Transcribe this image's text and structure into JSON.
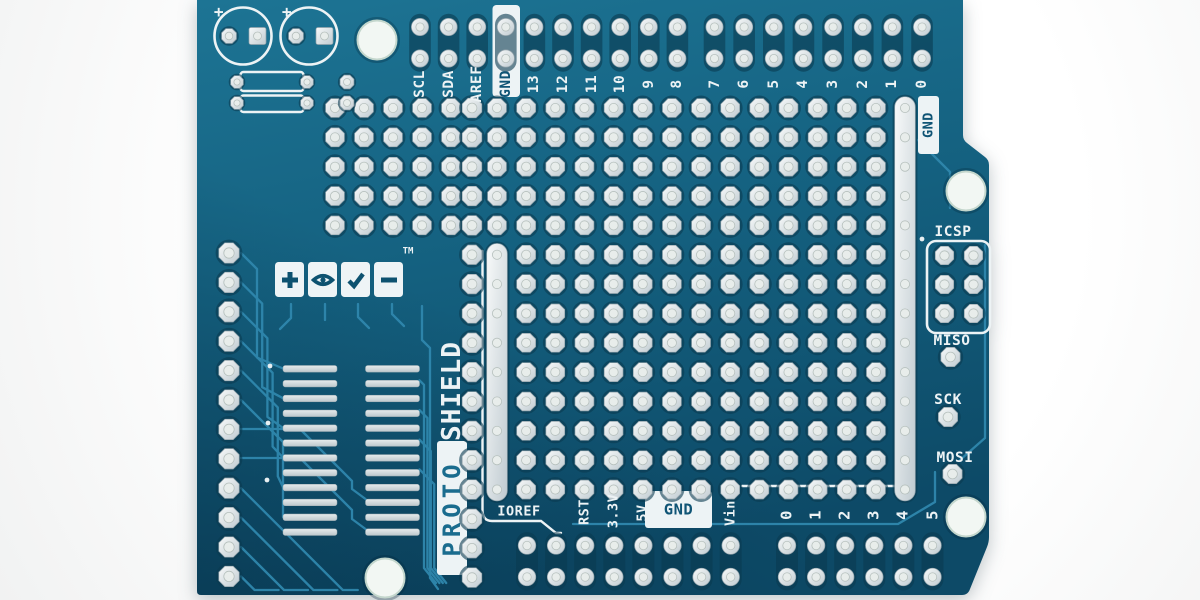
{
  "product": {
    "series": "PROTO",
    "name": "SHIELD",
    "trademark": "TM"
  },
  "logo": {
    "glyphs": [
      "plus",
      "eye",
      "check",
      "minus"
    ]
  },
  "silkscreen": {
    "top_pins": [
      "SCL",
      "SDA",
      "AREF",
      "GND",
      "13",
      "12",
      "11",
      "10",
      "9",
      "8",
      "7",
      "6",
      "5",
      "4",
      "3",
      "2",
      "1",
      "0"
    ],
    "top_right_label": "GND",
    "power_pins": {
      "ioref": "IOREF",
      "rst": "RST",
      "v33": "3.3V",
      "v5": "5V",
      "gnd": "GND",
      "vin": "Vin"
    },
    "analog_pins": [
      "0",
      "1",
      "2",
      "3",
      "4",
      "5"
    ],
    "icsp": {
      "title": "ICSP",
      "pins": [
        "MISO",
        "SCK",
        "MOSI"
      ]
    },
    "polarity_marks": [
      "+",
      "+"
    ]
  },
  "board": {
    "color_top": "#1d7494",
    "color_mid": "#14607f",
    "color_bottom": "#0d4a67",
    "trace_color": "#2f87ad",
    "silk_color": "#edf3f5",
    "pad_silver": "#e9eeec",
    "label_dark": "#0f5475"
  },
  "prototyping_grid": {
    "main_columns": 15,
    "main_rows": 14,
    "left_block_columns": 5,
    "left_block_rows": 5,
    "edge_column_holes": 12,
    "icsp_columns": 2,
    "icsp_rows": 3
  }
}
